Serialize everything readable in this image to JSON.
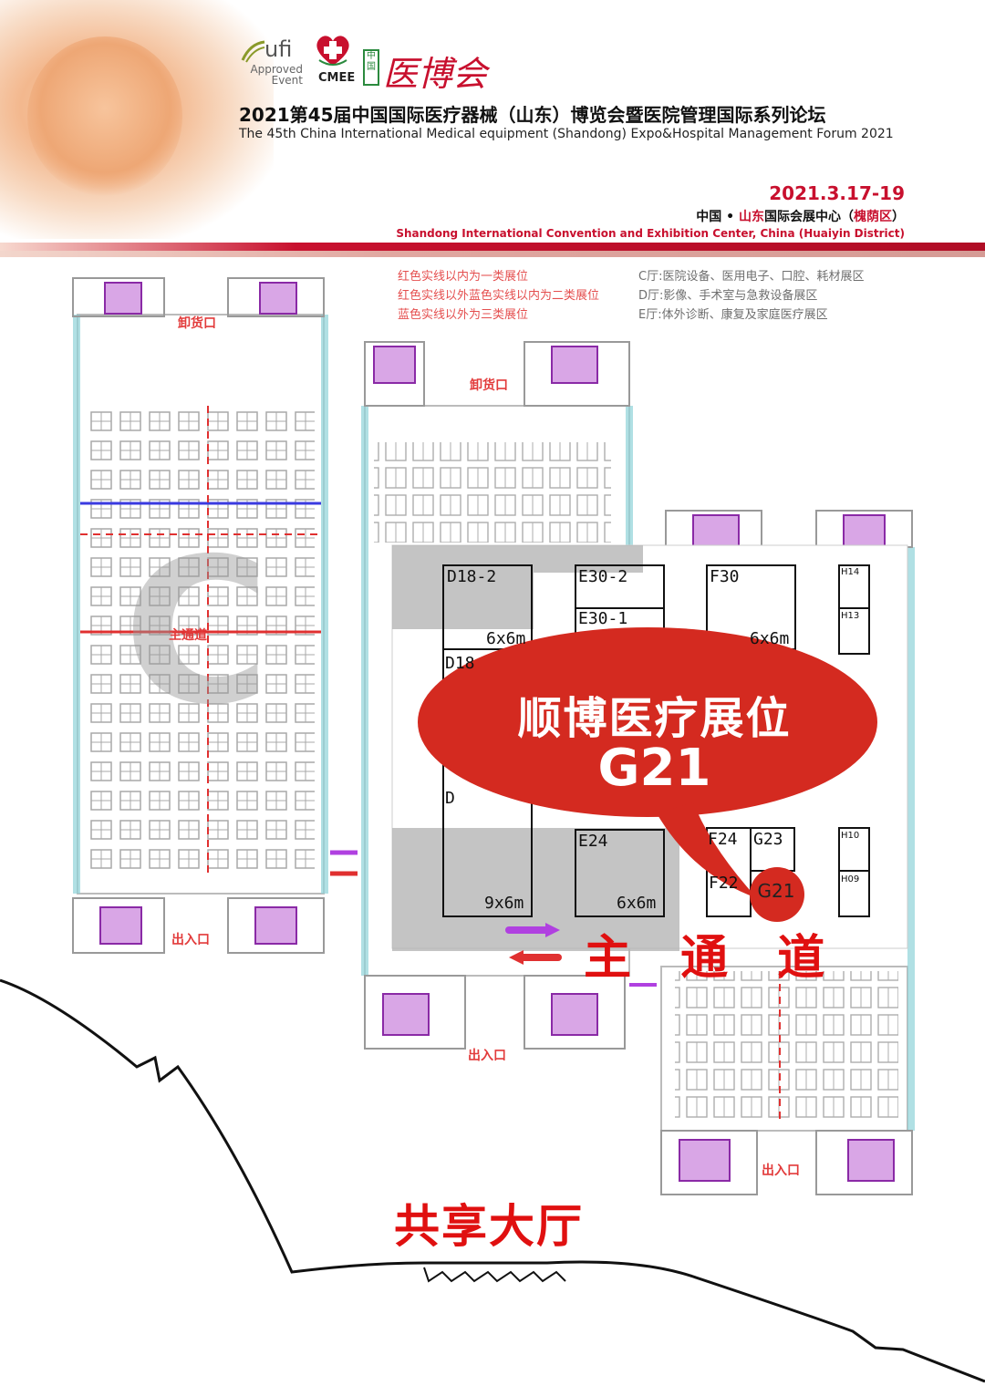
{
  "header": {
    "ufi_logo": "ufi",
    "ufi_sub_line1": "Approved",
    "ufi_sub_line2": "Event",
    "cmee_logo": "CMEE",
    "green_mark": "中国",
    "chinese_logo": "医博会",
    "title_cn": "2021第45届中国国际医疗器械（山东）博览会暨医院管理国际系列论坛",
    "title_en": "The 45th China International Medical equipment (Shandong) Expo&Hospital Management Forum 2021",
    "date": "2021.3.17-19",
    "venue_cn_prefix": "中国 • ",
    "venue_cn_red": "山东",
    "venue_cn_mid": "国际会展中心（",
    "venue_cn_red2": "槐荫区",
    "venue_cn_suffix": "）",
    "venue_en": "Shandong International Convention and Exhibition Center, China (Huaiyin District)"
  },
  "legend": {
    "red_lines": [
      "红色实线以内为一类展位",
      "红色实线以外蓝色实线以内为二类展位",
      "蓝色实线以外为三类展位"
    ],
    "halls": [
      "C厅:医院设备、医用电子、口腔、耗材展区",
      "D厅:影像、手术室与急救设备展区",
      "E厅:体外诊断、康复及家庭医疗展区"
    ]
  },
  "map": {
    "hall_letter": "C",
    "loading_dock": "卸货口",
    "entrance": "出入口",
    "main_aisle_small": "主通道",
    "main_aisle": "主 通 道",
    "shared_hall": "共享大厅",
    "booths": [
      {
        "id": "D18-2",
        "size": "6x6m"
      },
      {
        "id": "E30-2",
        "size": ""
      },
      {
        "id": "E30-1",
        "size": ""
      },
      {
        "id": "F30",
        "size": "6x6m"
      },
      {
        "id": "D18",
        "size": ""
      },
      {
        "id": "H14",
        "size": ""
      },
      {
        "id": "H13",
        "size": ""
      },
      {
        "id": "H10",
        "size": ""
      },
      {
        "id": "H09",
        "size": ""
      },
      {
        "id": "D",
        "size": "9x6m"
      },
      {
        "id": "E24",
        "size": "6x6m"
      },
      {
        "id": "F24",
        "size": ""
      },
      {
        "id": "G23",
        "size": ""
      },
      {
        "id": "F22",
        "size": ""
      }
    ],
    "highlight": {
      "title": "顺博医疗展位",
      "booth": "G21"
    }
  },
  "colors": {
    "brand_red": "#c8102e",
    "bubble_red": "#d42a20",
    "arrow_purple": "#9b30d0",
    "aisle_red": "#e01010"
  }
}
